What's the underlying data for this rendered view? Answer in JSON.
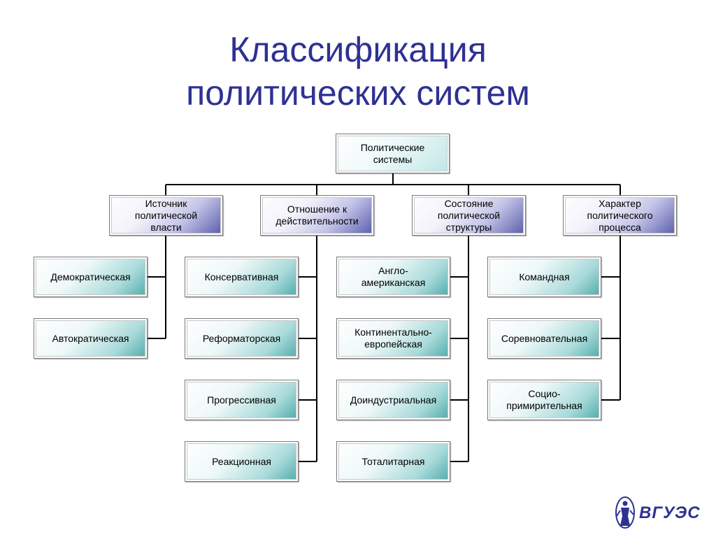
{
  "title": {
    "line1": "Классификация",
    "line2": "политических систем"
  },
  "root": {
    "line1": "Политические",
    "line2": "системы"
  },
  "categories": [
    {
      "lines": [
        "Источник",
        "политической",
        "власти"
      ],
      "items": [
        "Демократическая",
        "Автократическая"
      ]
    },
    {
      "lines": [
        "Отношение к",
        "действительности"
      ],
      "items": [
        "Консервативная",
        "Реформаторская",
        "Прогрессивная",
        "Реакционная"
      ]
    },
    {
      "lines": [
        "Состояние",
        "политической",
        "структуры"
      ],
      "items": [
        [
          "Англо-",
          "американская"
        ],
        [
          "Континентально-",
          "европейская"
        ],
        "Доиндустриальная",
        "Тоталитарная"
      ]
    },
    {
      "lines": [
        "Характер",
        "политического",
        "процесса"
      ],
      "items": [
        "Командная",
        "Соревновательная",
        [
          "Социо-",
          "примирительная"
        ]
      ]
    }
  ],
  "logo": {
    "text": "ВГУЭС",
    "icon": "emblem-icon"
  },
  "colors": {
    "title": "#2e3192",
    "category_accent": "#565aa8",
    "leaf_accent": "#4ea9a9",
    "connector": "#000000"
  }
}
